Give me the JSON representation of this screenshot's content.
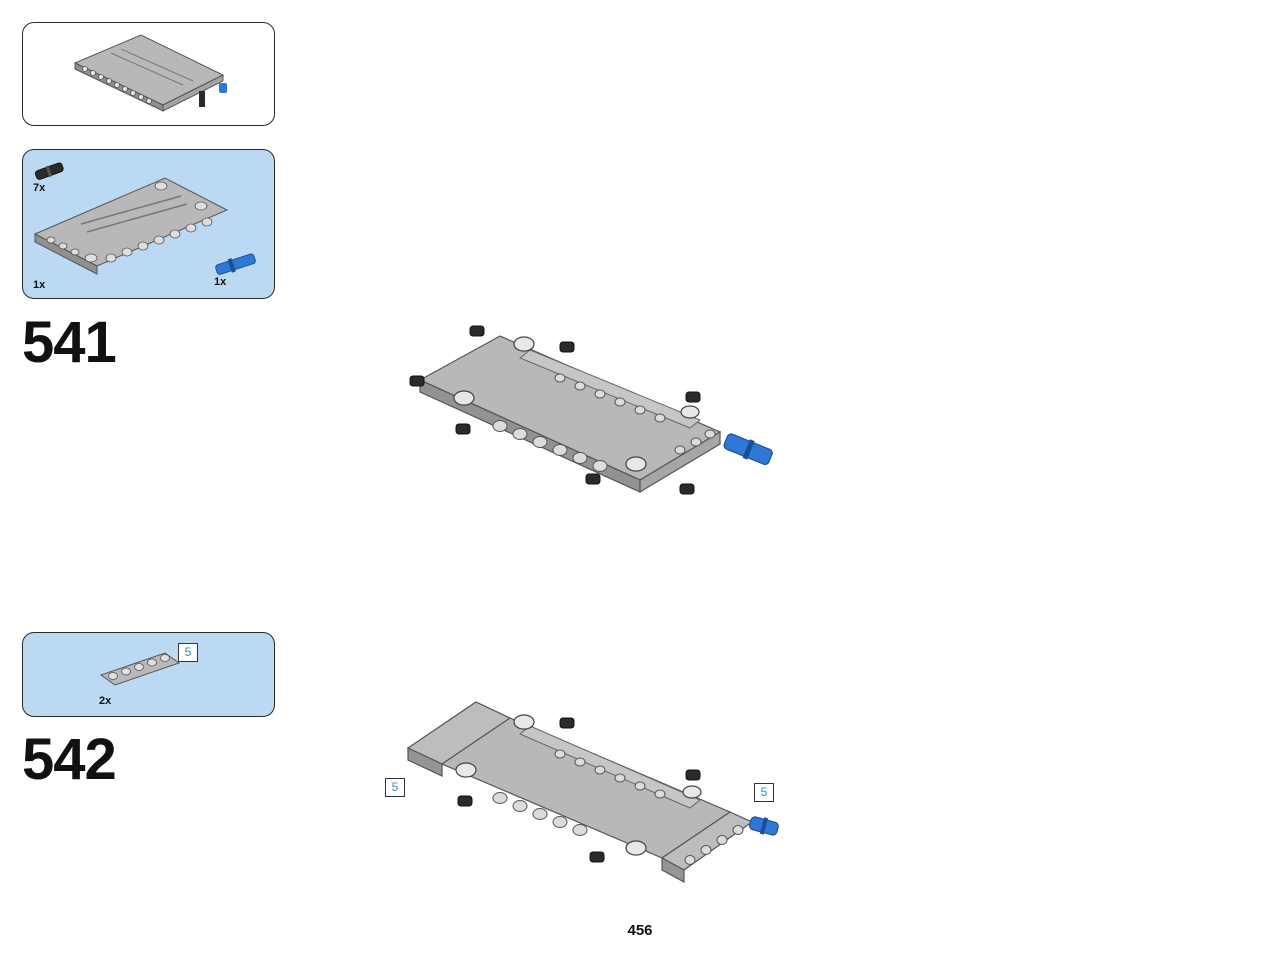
{
  "page": {
    "number": "456"
  },
  "submodel_callout": {
    "icon": "assembled-frame-thumbnail"
  },
  "steps": [
    {
      "number": "541",
      "parts": [
        {
          "qty": "7x",
          "icon": "black-friction-pin-icon"
        },
        {
          "qty": "1x",
          "icon": "gray-panel-frame-icon"
        },
        {
          "qty": "1x",
          "icon": "blue-axle-pin-icon"
        }
      ]
    },
    {
      "number": "542",
      "parts": [
        {
          "qty": "2x",
          "icon": "gray-5-beam-icon",
          "length": "5"
        }
      ],
      "callouts": [
        {
          "length": "5"
        },
        {
          "length": "5"
        }
      ]
    }
  ],
  "colors": {
    "parts_panel_bg": "#bcd9f3",
    "part_gray": "#b8b8b8",
    "pin_blue": "#2f78d6",
    "pin_black": "#2b2b2b",
    "length_label": "#2a8fd0"
  }
}
